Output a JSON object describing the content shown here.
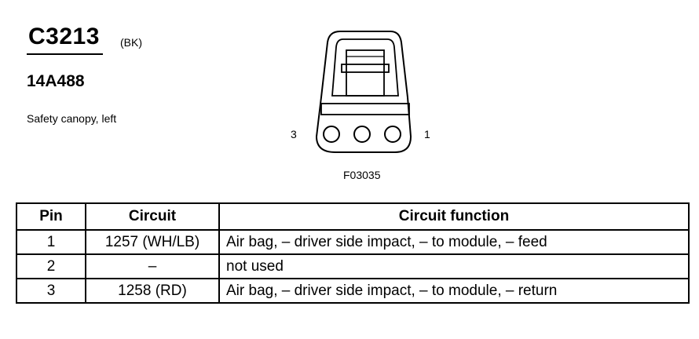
{
  "connector": {
    "id": "C3213",
    "color": "(BK)",
    "part_number": "14A488",
    "description": "Safety canopy, left"
  },
  "diagram": {
    "pin_left_label": "3",
    "pin_right_label": "1",
    "figure_code": "F03035"
  },
  "table": {
    "headers": {
      "pin": "Pin",
      "circuit": "Circuit",
      "function": "Circuit function"
    },
    "rows": [
      {
        "pin": "1",
        "circuit": "1257 (WH/LB)",
        "function": "Air bag, – driver side impact, – to module, – feed"
      },
      {
        "pin": "2",
        "circuit": "–",
        "function": "not used"
      },
      {
        "pin": "3",
        "circuit": "1258 (RD)",
        "function": "Air bag, – driver side impact, – to module, – return"
      }
    ]
  }
}
